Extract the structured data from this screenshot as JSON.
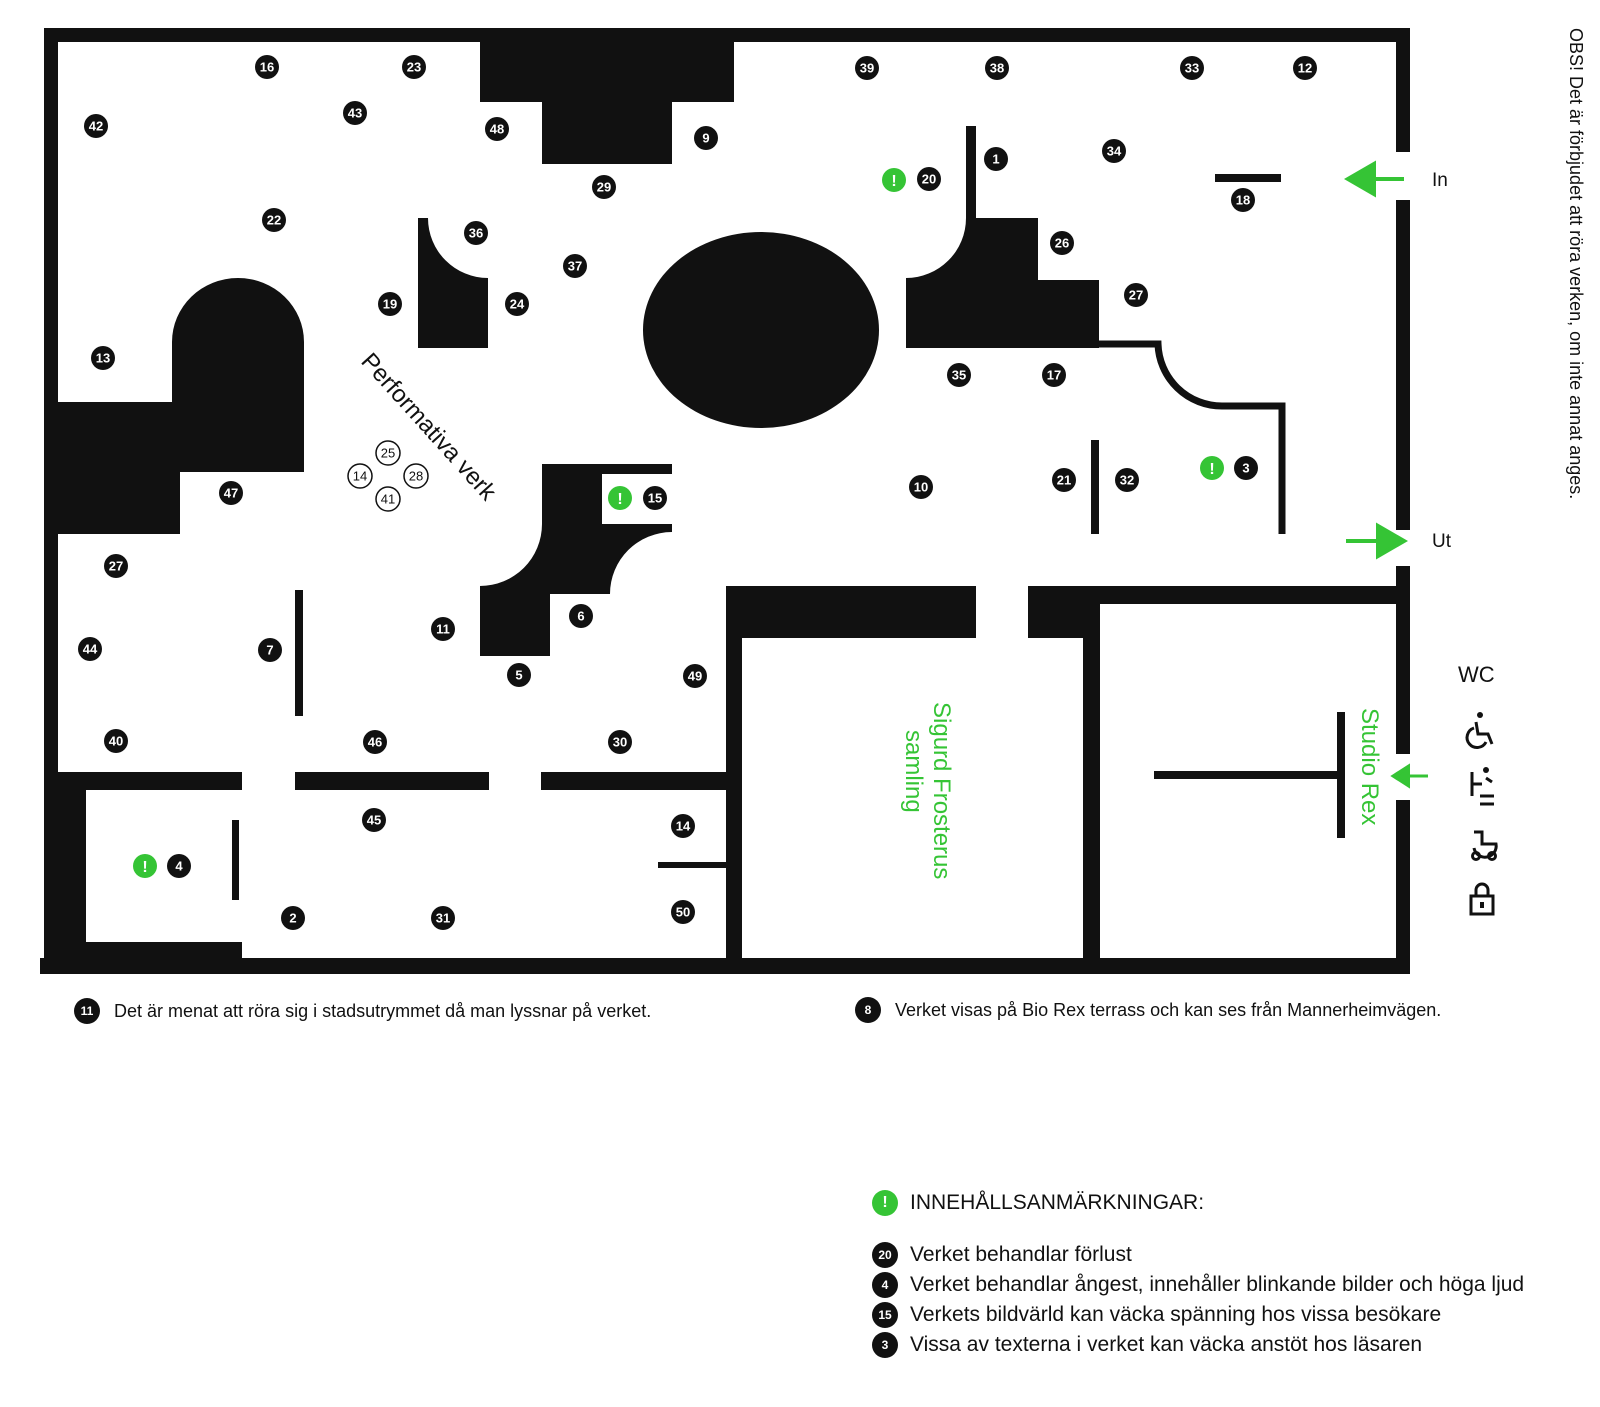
{
  "map": {
    "section_label": "Performativa verk",
    "rooms": {
      "sigurd": "Sigurd Frosterus\nsamling",
      "studio": "Studio Rex"
    },
    "entrance_in": "In",
    "entrance_out": "Ut",
    "wc_label": "WC",
    "icons": [
      "wheelchair-icon",
      "baby-changing-icon",
      "stroller-icon",
      "locker-icon"
    ],
    "accent_color": "#35c435",
    "warning_glyph": "!",
    "markers": [
      "1",
      "2",
      "3",
      "4",
      "5",
      "6",
      "7",
      "9",
      "10",
      "11",
      "12",
      "13",
      "14",
      "15",
      "16",
      "17",
      "18",
      "19",
      "20",
      "21",
      "22",
      "23",
      "24",
      "26",
      "27",
      "29",
      "30",
      "31",
      "32",
      "33",
      "34",
      "35",
      "36",
      "37",
      "38",
      "39",
      "40",
      "42",
      "43",
      "44",
      "45",
      "46",
      "47",
      "48",
      "49",
      "50"
    ],
    "performative_markers": [
      "25",
      "14",
      "28",
      "41"
    ],
    "warning_markers": [
      "20",
      "4",
      "15",
      "3"
    ]
  },
  "vertical_note": "OBS! Det är förbjudet att röra verken, om inte annat anges.",
  "notes": [
    {
      "number": "11",
      "text": "Det är menat att röra sig i stadsutrymmet då man lyssnar på verket."
    },
    {
      "number": "8",
      "text": "Verket visas på Bio Rex terrass och kan ses från Mannerheimvägen."
    }
  ],
  "content_notes": {
    "heading": "INNEHÅLLSANMÄRKNINGAR:",
    "items": [
      {
        "number": "20",
        "text": "Verket behandlar förlust"
      },
      {
        "number": "4",
        "text": "Verket behandlar ångest, innehåller blinkande bilder och höga ljud"
      },
      {
        "number": "15",
        "text": "Verkets bildvärld kan väcka spänning hos vissa besökare"
      },
      {
        "number": "3",
        "text": "Vissa av texterna i verket kan väcka anstöt hos läsaren"
      }
    ]
  }
}
